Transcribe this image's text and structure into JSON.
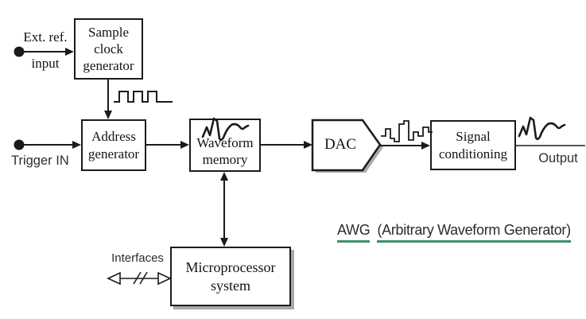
{
  "diagram": {
    "type": "block-diagram",
    "caption": {
      "abbrev": "AWG",
      "expansion": "(Arbitrary Waveform Generator)"
    },
    "blocks": {
      "sample_clock": {
        "label": "Sample clock generator"
      },
      "address_generator": {
        "label": "Address generator"
      },
      "waveform_memory": {
        "label": "Waveform memory"
      },
      "dac": {
        "label": "DAC"
      },
      "signal_conditioning": {
        "label": "Signal conditioning"
      },
      "microprocessor": {
        "label": "Microprocessor system"
      }
    },
    "labels": {
      "ext_ref_line1": "Ext. ref.",
      "ext_ref_line2": "input",
      "trigger_in": "Trigger IN",
      "interfaces": "Interfaces",
      "output": "Output"
    },
    "icons": {
      "clock_waveform": "square-wave-icon",
      "memory_waveform": "arbitrary-waveform-squiggle-icon",
      "dac_output_waveform": "staircase-waveform-icon",
      "output_waveform": "arbitrary-waveform-squiggle-icon",
      "interfaces_bus": "double-headed-bus-arrow-icon"
    },
    "colors": {
      "line": "#1b1b1b",
      "underline_green": "#3e8e68",
      "shadow_gray": "#a9a9a9",
      "background": "#ffffff"
    }
  }
}
